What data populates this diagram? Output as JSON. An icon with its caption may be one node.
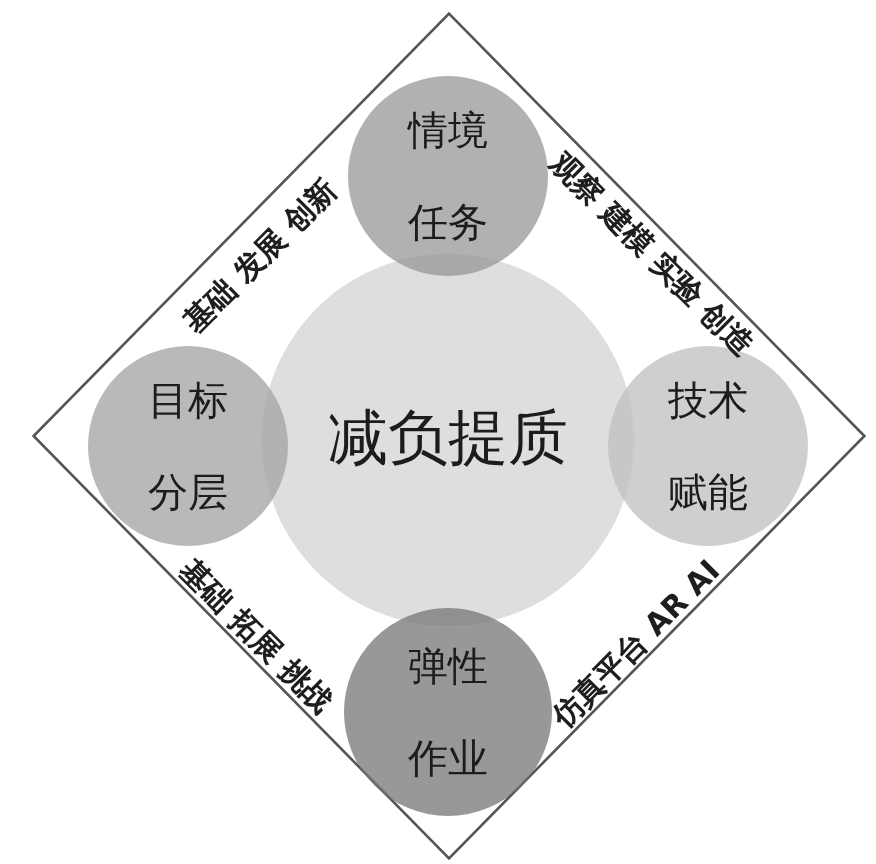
{
  "diagram": {
    "nodes": [
      {
        "text": [
          "基础 发展 创新",
          "观察 建模 实验 创造",
          "基础 拓展 挑战",
          "仿真平台 AR AI"
        ]
      },
      {
        "text": [
          "情境任务"
        ],
        "in": 0
      },
      {
        "text": [
          "目标分层"
        ],
        "in": 0
      },
      {
        "text": [
          "减负提质"
        ],
        "in": 0
      },
      {
        "text": [
          "技术赋能"
        ],
        "in": 0
      },
      {
        "text": [
          "弹性作业"
        ],
        "in": 0
      }
    ]
  }
}
